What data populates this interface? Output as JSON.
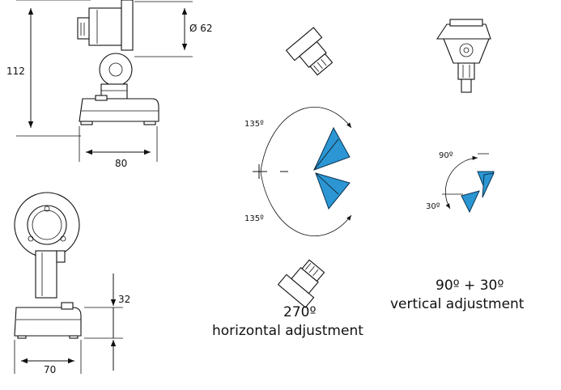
{
  "dimensions": {
    "height_112": "112",
    "diameter_62": "Ø 62",
    "width_80": "80",
    "height_32": "32",
    "width_70": "70"
  },
  "angles": {
    "top_135": "135º",
    "bottom_135": "135º",
    "v_90": "90º",
    "v_30": "30º"
  },
  "captions": {
    "horizontal_value": "270º",
    "horizontal_label": "horizontal adjustment",
    "vertical_value": "90º + 30º",
    "vertical_label": "vertical adjustment"
  },
  "colors": {
    "accent": "#2b96d3",
    "line": "#111111"
  }
}
